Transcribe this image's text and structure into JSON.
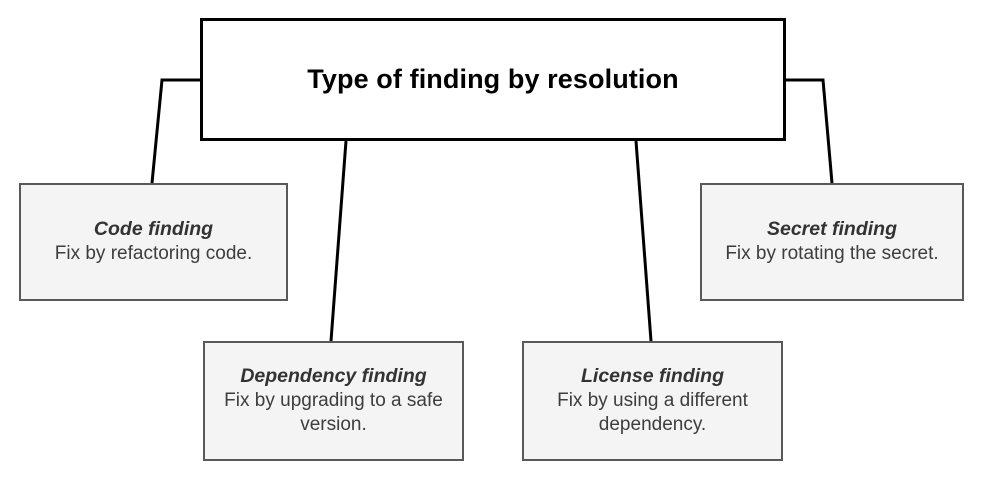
{
  "diagram": {
    "type": "hierarchy-tree",
    "root": {
      "title": "Type of finding by resolution"
    },
    "children": [
      {
        "id": "code",
        "title": "Code finding",
        "description": "Fix by refactoring code."
      },
      {
        "id": "dependency",
        "title": "Dependency finding",
        "description": "Fix by upgrading to a safe version."
      },
      {
        "id": "license",
        "title": "License finding",
        "description": "Fix by using a different dependency."
      },
      {
        "id": "secret",
        "title": "Secret finding",
        "description": "Fix by rotating the secret."
      }
    ],
    "colors": {
      "root_border": "#000000",
      "root_fill": "#ffffff",
      "leaf_border": "#595959",
      "leaf_fill": "#f4f4f4",
      "connector": "#000000",
      "title_text": "#333333",
      "body_text": "#3d3d3d"
    }
  }
}
